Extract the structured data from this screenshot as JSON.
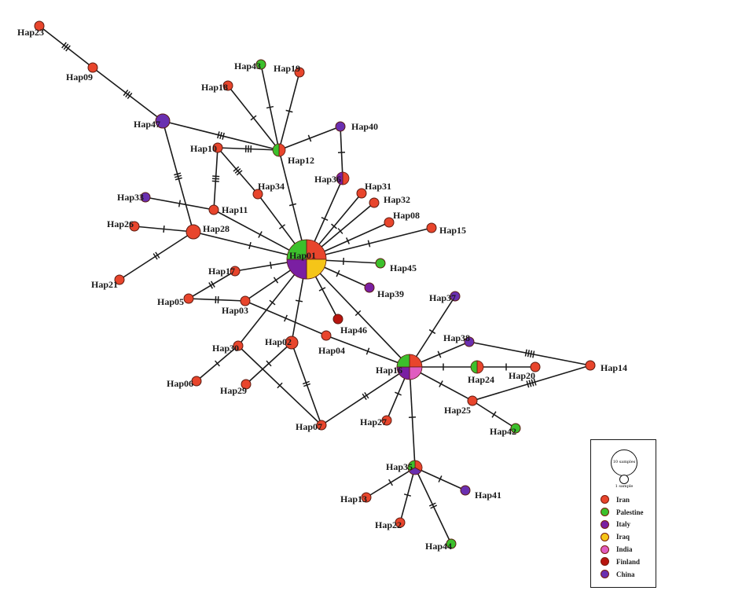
{
  "diagram": {
    "populations": {
      "Iran": "#e8452c",
      "Palestine": "#3cc02c",
      "Italy": "#7a1fa2",
      "Iraq": "#f5c518",
      "India": "#e05cc0",
      "Finland": "#b8150f",
      "China": "#6a2fb0"
    },
    "nodes": [
      {
        "id": "Hap23",
        "label": "Hap23",
        "pops": [
          "Iran"
        ]
      },
      {
        "id": "Hap09",
        "label": "Hap09",
        "pops": [
          "Iran"
        ]
      },
      {
        "id": "Hap47",
        "label": "Hap47",
        "pops": [
          "China"
        ]
      },
      {
        "id": "Hap43",
        "label": "Hap43",
        "pops": [
          "Palestine"
        ]
      },
      {
        "id": "Hap19",
        "label": "Hap19",
        "pops": [
          "Iran"
        ]
      },
      {
        "id": "Hap18",
        "label": "Hap18",
        "pops": [
          "Iran"
        ]
      },
      {
        "id": "Hap12",
        "label": "Hap12",
        "pops": [
          "Iran",
          "Palestine"
        ]
      },
      {
        "id": "Hap10",
        "label": "Hap10",
        "pops": [
          "Iran"
        ]
      },
      {
        "id": "Hap40",
        "label": "Hap40",
        "pops": [
          "China"
        ]
      },
      {
        "id": "Hap36",
        "label": "Hap36",
        "pops": [
          "Iran",
          "Italy"
        ]
      },
      {
        "id": "Hap34",
        "label": "Hap34",
        "pops": [
          "Iran"
        ]
      },
      {
        "id": "Hap33",
        "label": "Hap33",
        "pops": [
          "China"
        ]
      },
      {
        "id": "Hap31",
        "label": "Hap31",
        "pops": [
          "Iran"
        ]
      },
      {
        "id": "Hap32",
        "label": "Hap32",
        "pops": [
          "Iran"
        ]
      },
      {
        "id": "Hap11",
        "label": "Hap11",
        "pops": [
          "Iran"
        ]
      },
      {
        "id": "Hap08",
        "label": "Hap08",
        "pops": [
          "Iran"
        ]
      },
      {
        "id": "Hap26",
        "label": "Hap26",
        "pops": [
          "Iran"
        ]
      },
      {
        "id": "Hap28",
        "label": "Hap28",
        "pops": [
          "Iran"
        ]
      },
      {
        "id": "Hap15",
        "label": "Hap15",
        "pops": [
          "Iran"
        ]
      },
      {
        "id": "Hap01",
        "label": "Hap01",
        "pops": [
          "Iran",
          "Iraq",
          "Italy",
          "Palestine"
        ]
      },
      {
        "id": "Hap45",
        "label": "Hap45",
        "pops": [
          "Palestine"
        ]
      },
      {
        "id": "Hap21",
        "label": "Hap21",
        "pops": [
          "Iran"
        ]
      },
      {
        "id": "Hap17",
        "label": "Hap17",
        "pops": [
          "Iran"
        ]
      },
      {
        "id": "Hap39",
        "label": "Hap39",
        "pops": [
          "Italy"
        ]
      },
      {
        "id": "Hap05",
        "label": "Hap05",
        "pops": [
          "Iran"
        ]
      },
      {
        "id": "Hap03",
        "label": "Hap03",
        "pops": [
          "Iran"
        ]
      },
      {
        "id": "Hap46",
        "label": "Hap46",
        "pops": [
          "Finland"
        ]
      },
      {
        "id": "Hap37",
        "label": "Hap37",
        "pops": [
          "China"
        ]
      },
      {
        "id": "Hap38",
        "label": "Hap38",
        "pops": [
          "China"
        ]
      },
      {
        "id": "Hap30",
        "label": "Hap30",
        "pops": [
          "Iran"
        ]
      },
      {
        "id": "Hap02",
        "label": "Hap02",
        "pops": [
          "Iran"
        ]
      },
      {
        "id": "Hap04",
        "label": "Hap04",
        "pops": [
          "Iran"
        ]
      },
      {
        "id": "Hap16",
        "label": "Hap16",
        "pops": [
          "Iran",
          "India",
          "Italy",
          "Palestine"
        ]
      },
      {
        "id": "Hap24",
        "label": "Hap24",
        "pops": [
          "Iran",
          "Palestine"
        ]
      },
      {
        "id": "Hap20",
        "label": "Hap20",
        "pops": [
          "Iran"
        ]
      },
      {
        "id": "Hap14",
        "label": "Hap14",
        "pops": [
          "Iran"
        ]
      },
      {
        "id": "Hap06",
        "label": "Hap06",
        "pops": [
          "Iran"
        ]
      },
      {
        "id": "Hap29",
        "label": "Hap29",
        "pops": [
          "Iran"
        ]
      },
      {
        "id": "Hap25",
        "label": "Hap25",
        "pops": [
          "Iran"
        ]
      },
      {
        "id": "Hap07",
        "label": "Hap07",
        "pops": [
          "Iran"
        ]
      },
      {
        "id": "Hap27",
        "label": "Hap27",
        "pops": [
          "Iran"
        ]
      },
      {
        "id": "Hap42",
        "label": "Hap42",
        "pops": [
          "Palestine"
        ]
      },
      {
        "id": "Hap35",
        "label": "Hap35",
        "pops": [
          "Iran",
          "China",
          "Palestine"
        ]
      },
      {
        "id": "Hap41",
        "label": "Hap41",
        "pops": [
          "China"
        ]
      },
      {
        "id": "Hap13",
        "label": "Hap13",
        "pops": [
          "Iran"
        ]
      },
      {
        "id": "Hap22",
        "label": "Hap22",
        "pops": [
          "Iran"
        ]
      },
      {
        "id": "Hap44",
        "label": "Hap44",
        "pops": [
          "Palestine"
        ]
      }
    ],
    "edges": [
      {
        "from": "Hap23",
        "to": "Hap09",
        "mutations": 3
      },
      {
        "from": "Hap09",
        "to": "Hap47",
        "mutations": 3
      },
      {
        "from": "Hap47",
        "to": "Hap12",
        "mutations": 3
      },
      {
        "from": "Hap47",
        "to": "Hap28",
        "mutations": 3
      },
      {
        "from": "Hap43",
        "to": "Hap12",
        "mutations": 1
      },
      {
        "from": "Hap18",
        "to": "Hap12",
        "mutations": 1
      },
      {
        "from": "Hap19",
        "to": "Hap12",
        "mutations": 1
      },
      {
        "from": "Hap10",
        "to": "Hap12",
        "mutations": 3
      },
      {
        "from": "Hap40",
        "to": "Hap12",
        "mutations": 1
      },
      {
        "from": "Hap12",
        "to": "Hap01",
        "mutations": 1
      },
      {
        "from": "Hap40",
        "to": "Hap36",
        "mutations": 1
      },
      {
        "from": "Hap36",
        "to": "Hap01",
        "mutations": 1
      },
      {
        "from": "Hap10",
        "to": "Hap34",
        "mutations": 3
      },
      {
        "from": "Hap10",
        "to": "Hap11",
        "mutations": 3
      },
      {
        "from": "Hap34",
        "to": "Hap01",
        "mutations": 1
      },
      {
        "from": "Hap33",
        "to": "Hap11",
        "mutations": 1
      },
      {
        "from": "Hap11",
        "to": "Hap01",
        "mutations": 1
      },
      {
        "from": "Hap31",
        "to": "Hap01",
        "mutations": 1
      },
      {
        "from": "Hap32",
        "to": "Hap01",
        "mutations": 1
      },
      {
        "from": "Hap08",
        "to": "Hap01",
        "mutations": 1
      },
      {
        "from": "Hap15",
        "to": "Hap01",
        "mutations": 1
      },
      {
        "from": "Hap45",
        "to": "Hap01",
        "mutations": 1
      },
      {
        "from": "Hap39",
        "to": "Hap01",
        "mutations": 1
      },
      {
        "from": "Hap46",
        "to": "Hap01",
        "mutations": 1
      },
      {
        "from": "Hap26",
        "to": "Hap28",
        "mutations": 1
      },
      {
        "from": "Hap28",
        "to": "Hap01",
        "mutations": 1
      },
      {
        "from": "Hap21",
        "to": "Hap28",
        "mutations": 2
      },
      {
        "from": "Hap17",
        "to": "Hap01",
        "mutations": 1
      },
      {
        "from": "Hap17",
        "to": "Hap05",
        "mutations": 2
      },
      {
        "from": "Hap05",
        "to": "Hap03",
        "mutations": 2
      },
      {
        "from": "Hap03",
        "to": "Hap01",
        "mutations": 1
      },
      {
        "from": "Hap03",
        "to": "Hap04",
        "mutations": 1
      },
      {
        "from": "Hap04",
        "to": "Hap16",
        "mutations": 1
      },
      {
        "from": "Hap30",
        "to": "Hap01",
        "mutations": 1
      },
      {
        "from": "Hap02",
        "to": "Hap01",
        "mutations": 1
      },
      {
        "from": "Hap16",
        "to": "Hap01",
        "mutations": 1
      },
      {
        "from": "Hap06",
        "to": "Hap30",
        "mutations": 1
      },
      {
        "from": "Hap30",
        "to": "Hap07",
        "mutations": 1
      },
      {
        "from": "Hap29",
        "to": "Hap02",
        "mutations": 1
      },
      {
        "from": "Hap02",
        "to": "Hap07",
        "mutations": 2
      },
      {
        "from": "Hap07",
        "to": "Hap16",
        "mutations": 2
      },
      {
        "from": "Hap37",
        "to": "Hap16",
        "mutations": 1
      },
      {
        "from": "Hap38",
        "to": "Hap16",
        "mutations": 1
      },
      {
        "from": "Hap24",
        "to": "Hap16",
        "mutations": 1
      },
      {
        "from": "Hap25",
        "to": "Hap16",
        "mutations": 1
      },
      {
        "from": "Hap27",
        "to": "Hap16",
        "mutations": 1
      },
      {
        "from": "Hap35",
        "to": "Hap16",
        "mutations": 1
      },
      {
        "from": "Hap24",
        "to": "Hap20",
        "mutations": 1
      },
      {
        "from": "Hap38",
        "to": "Hap14",
        "mutations": 4
      },
      {
        "from": "Hap25",
        "to": "Hap14",
        "mutations": 4
      },
      {
        "from": "Hap25",
        "to": "Hap42",
        "mutations": 1
      },
      {
        "from": "Hap35",
        "to": "Hap13",
        "mutations": 1
      },
      {
        "from": "Hap35",
        "to": "Hap22",
        "mutations": 1
      },
      {
        "from": "Hap35",
        "to": "Hap41",
        "mutations": 1
      },
      {
        "from": "Hap35",
        "to": "Hap44",
        "mutations": 2
      }
    ]
  },
  "legend": {
    "size_large_label": "10 samples",
    "size_small_label": "1 sample",
    "items": [
      {
        "label": "Iran",
        "color": "#e8452c"
      },
      {
        "label": "Palestine",
        "color": "#3cc02c"
      },
      {
        "label": "Italy",
        "color": "#7a1fa2"
      },
      {
        "label": "Iraq",
        "color": "#f5c518"
      },
      {
        "label": "India",
        "color": "#e05cc0"
      },
      {
        "label": "Finland",
        "color": "#b8150f"
      },
      {
        "label": "China",
        "color": "#6a2fb0"
      }
    ]
  }
}
